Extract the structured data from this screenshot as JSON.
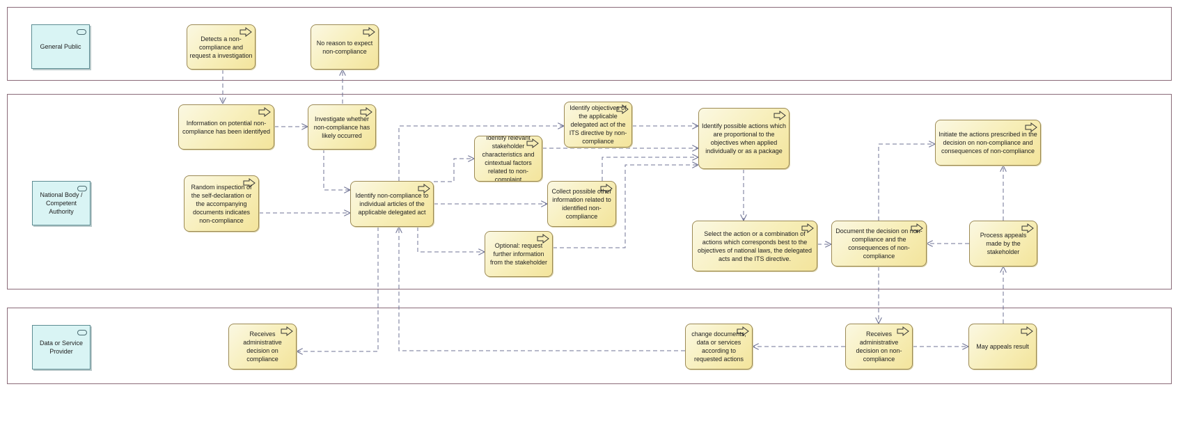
{
  "actors": {
    "public": "General Public",
    "authority": "National Body / Competent Authority",
    "provider": "Data or Service Provider"
  },
  "tasks": {
    "detects": "Detects a non-compliance and request a investigation",
    "no_reason": "No reason to expect non-compliance",
    "information": "Information on potential non-compliance has been identifyed",
    "investigate": "Investigate whether non-compliance has likely occurred",
    "random": "Random inspection of the self-declaration or the accompanying documents indicates non-compliance",
    "identify_articles": "Identify non-compliance to individual articles of the applicable delegated act",
    "identify_stakeholder": "Identify relevant stakeholder characteristics and cintextual factors related to non-complaint",
    "identify_objectives": "Identify objectives of the applicable delegated act of the ITS directive by non-compliance",
    "collect": "Collect possible other information related to identified non-compliance",
    "optional": "Optional: request further information from the stakeholder",
    "identify_actions": "Identify possible actions which are proportional to the objectives when applied individually or as a package",
    "select": "Select the action or a combination of actions which corresponds best to the objectives of national laws, the delegated acts and the ITS directive.",
    "document": "Document the decision on non-compliance and the consequences of non-compliance",
    "process": "Process appeals made by the stakeholder",
    "initiate": "Initiate the actions prescribed in the decision on non-compliance and consequences of non-compliance",
    "receives_compliance": "Receives administrative decision on compliance",
    "change": "change documents, data or services according to requested actions",
    "receives_noncompliance": "Receives administrative decision on non-compliance",
    "may_appeal": "May appeals result"
  },
  "icons": {
    "actor": "actor-role-icon",
    "task": "process-arrow-icon"
  },
  "colors": {
    "task_fill": "#f7eeb8",
    "actor_fill": "#d9f4f4",
    "edge": "#6f7394"
  }
}
